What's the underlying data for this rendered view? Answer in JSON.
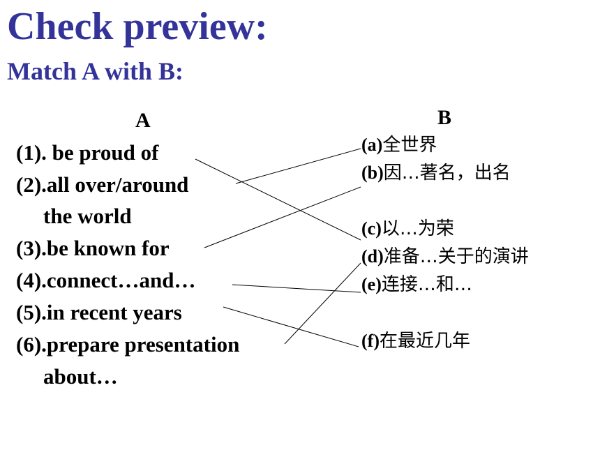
{
  "title": "Check  preview:",
  "subtitle": "Match  A with B:",
  "column_a": {
    "header": "A",
    "items": [
      "(1). be proud of",
      "(2).all over/around",
      "the world",
      "(3).be known for",
      "(4).connect…and…",
      "(5).in  recent years",
      "(6).prepare presentation",
      "about…"
    ]
  },
  "column_b": {
    "header": "B",
    "items": [
      {
        "key": "(a)",
        "text": "全世界"
      },
      {
        "key": "(b)",
        "text": "因…著名，出名"
      },
      {
        "key": "(c)",
        "text": "以…为荣"
      },
      {
        "key": "(d)",
        "text": "准备…关于的演讲"
      },
      {
        "key": "(e)",
        "text": "连接…和…"
      },
      {
        "key": "(f)",
        "text": "在最近几年"
      }
    ]
  },
  "line_color": "#000000"
}
